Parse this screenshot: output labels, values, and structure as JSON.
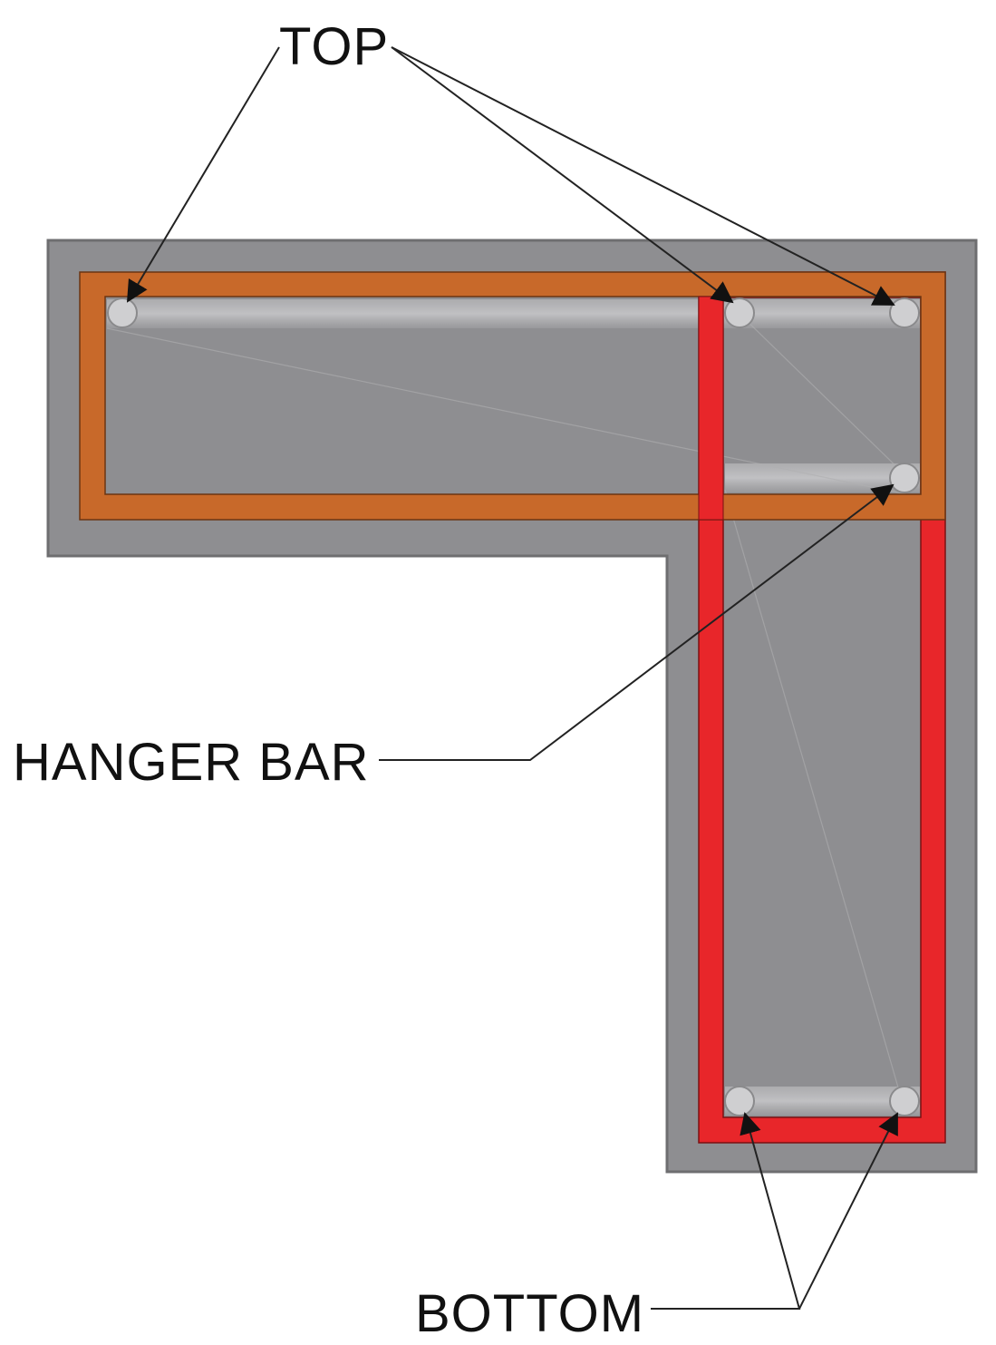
{
  "labels": {
    "top": "TOP",
    "hanger_bar": "HANGER BAR",
    "bottom": "BOTTOM"
  },
  "colors": {
    "concrete": "#8e8e91",
    "concrete_outline": "#6e6e70",
    "flange_stirrup": "#c8692a",
    "web_stirrup": "#e8262a",
    "rebar": "#cfcfd1",
    "leader": "#222222",
    "text": "#111111"
  },
  "components": {
    "section": "L-shaped concrete beam section",
    "rebars": [
      "top-bar-left",
      "top-bar-middle",
      "top-bar-right",
      "hanger-bar",
      "bottom-bar-left",
      "bottom-bar-right"
    ]
  }
}
